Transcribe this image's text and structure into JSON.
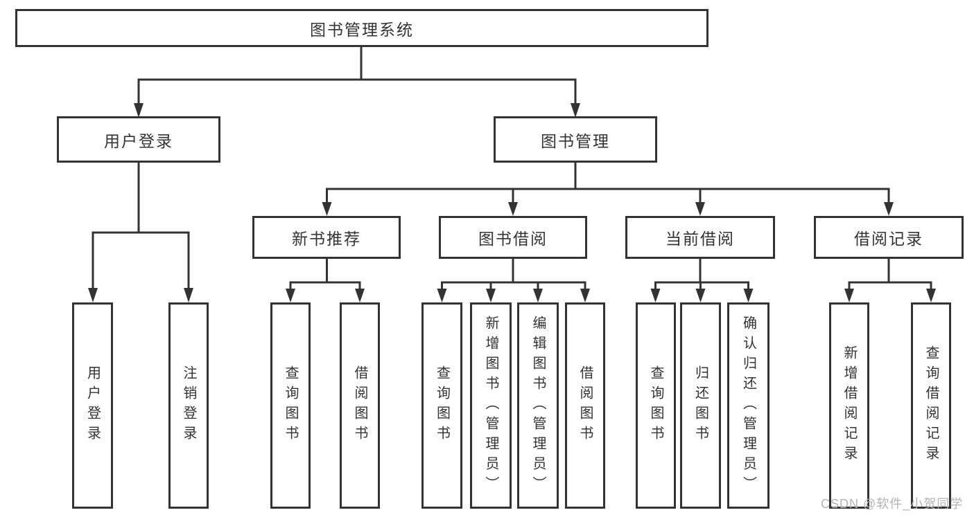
{
  "diagram": {
    "root_label": "图书管理系统",
    "branches": {
      "user": {
        "label": "用户登录",
        "children": {
          "login": "用户登录",
          "logout": "注销登录"
        }
      },
      "mgmt": {
        "label": "图书管理",
        "children": {
          "rec": {
            "label": "新书推荐",
            "children": {
              "query": "查询图书",
              "borrow": "借阅图书"
            }
          },
          "bb": {
            "label": "图书借阅",
            "children": {
              "query": "查询图书",
              "add": "新增图书（管理员）",
              "edit": "编辑图书（管理员）",
              "borrow": "借阅图书"
            }
          },
          "cb": {
            "label": "当前借阅",
            "children": {
              "query": "查询图书",
              "ret": "归还图书",
              "confirm": "确认归还（管理员）"
            }
          },
          "br": {
            "label": "借阅记录",
            "children": {
              "add": "新增借阅记录",
              "query": "查询借阅记录"
            }
          }
        }
      }
    }
  },
  "watermark": {
    "text": "CSDN @软件_小贺同学",
    "color": "#b3b3b3"
  },
  "colors": {
    "line": "#333333",
    "text": "#333333",
    "background": "#ffffff"
  }
}
